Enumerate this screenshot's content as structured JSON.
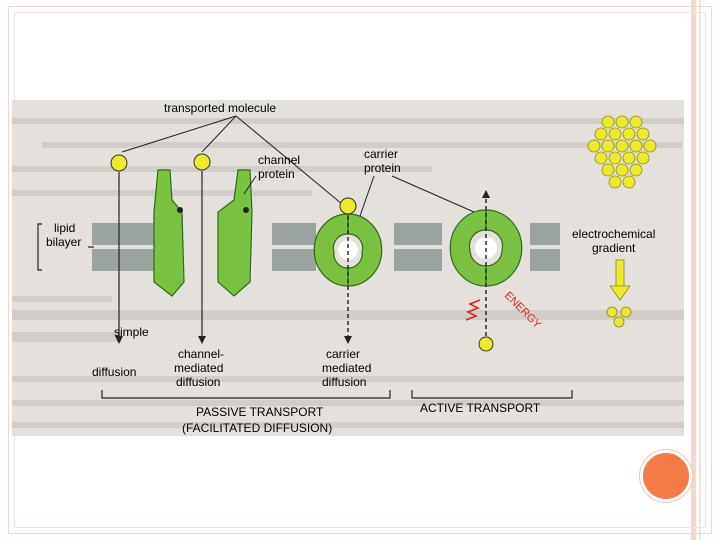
{
  "diagram": {
    "labels": {
      "transported_molecule": "transported molecule",
      "channel_protein_line1": "channel",
      "channel_protein_line2": "protein",
      "carrier_protein_line1": "carrier",
      "carrier_protein_line2": "protein",
      "lipid_bilayer_line1": "lipid",
      "lipid_bilayer_line2": "bilayer",
      "electrochemical_line1": "electrochemical",
      "electrochemical_line2": "gradient",
      "simple_line1": "simple",
      "simple_line2": "diffusion",
      "channel_mediated_line1": "channel-",
      "channel_mediated_line2": "mediated",
      "channel_mediated_line3": "diffusion",
      "carrier_mediated_line1": "carrier",
      "carrier_mediated_line2": "mediated",
      "carrier_mediated_line3": "diffusion",
      "passive_transport": "PASSIVE TRANSPORT",
      "facilitated_diffusion": "(FACILITATED DIFFUSION)",
      "active_transport": "ACTIVE TRANSPORT",
      "energy": "ENERGY"
    },
    "colors": {
      "protein_green": "#7cc242",
      "molecule_yellow": "#ecea2a",
      "membrane_gray": "#9aa3a0",
      "background": "#e4e0dc"
    }
  },
  "decor": {
    "accent_dot_color": "#f47b46"
  }
}
